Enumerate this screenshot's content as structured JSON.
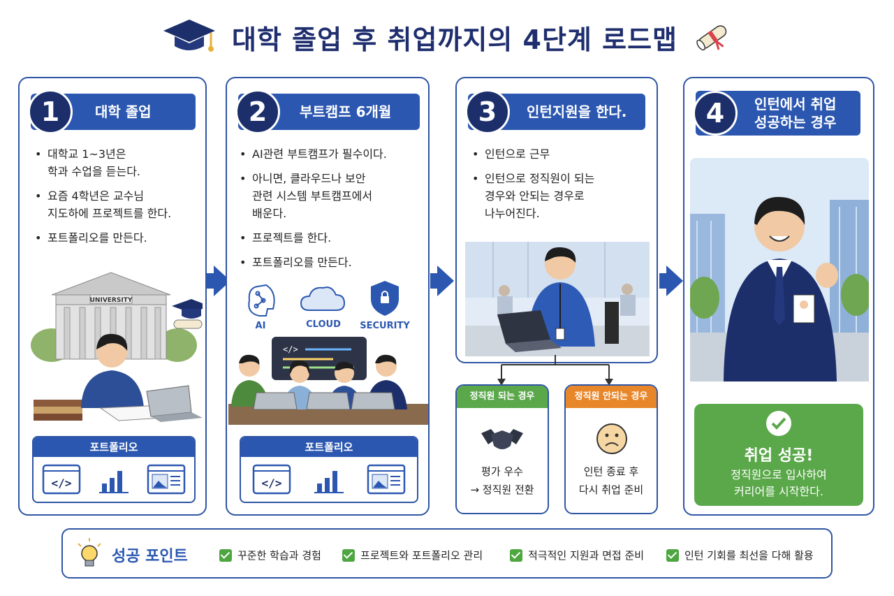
{
  "title": "대학 졸업 후 취업까지의 4단계 로드맵",
  "steps": [
    {
      "num": "1",
      "label": "대학 졸업",
      "bullets": [
        "대학교 1~3년은\n학과 수업을 듣는다.",
        "요즘 4학년은 교수님\n지도하에 프로젝트를 한다.",
        "포트폴리오를 만든다."
      ],
      "sign": "UNIVERSITY",
      "portfolio": "포트폴리오"
    },
    {
      "num": "2",
      "label": "부트캠프 6개월",
      "bullets": [
        "AI관련 부트캠프가 필수이다.",
        "아니면, 클라우드나 보안\n관련 시스템 부트캠프에서\n배운다.",
        "프로젝트를 한다.",
        "포트폴리오를 만든다."
      ],
      "tech": [
        "AI",
        "CLOUD",
        "SECURITY"
      ],
      "portfolio": "포트폴리오"
    },
    {
      "num": "3",
      "label": "인턴지원을 한다.",
      "bullets": [
        "인턴으로 근무",
        "인턴으로 정직원이 되는\n경우와 안되는 경우로\n나누어진다."
      ],
      "outcomes": [
        {
          "head": "정직원 되는 경우",
          "text": "평가 우수\n→ 정직원 전환",
          "color": "#5aa84a"
        },
        {
          "head": "정직원 안되는 경우",
          "text": "인턴 종료 후\n다시 취업 준비",
          "color": "#e8862a"
        }
      ]
    },
    {
      "num": "4",
      "label": "인턴에서 취업\n성공하는 경우",
      "success_title": "취업 성공!",
      "success_text": "정직원으로 입사하여\n커리어를 시작한다."
    }
  ],
  "points": {
    "title": "성공 포인트",
    "items": [
      "꾸준한 학습과 경험",
      "프로젝트와 포트폴리오 관리",
      "적극적인 지원과 면접 준비",
      "인턴 기회를 최선을 다해 활용"
    ]
  },
  "colors": {
    "primary": "#2b57b0",
    "navy": "#1c2f6b",
    "green": "#5aa84a",
    "orange": "#e8862a"
  }
}
